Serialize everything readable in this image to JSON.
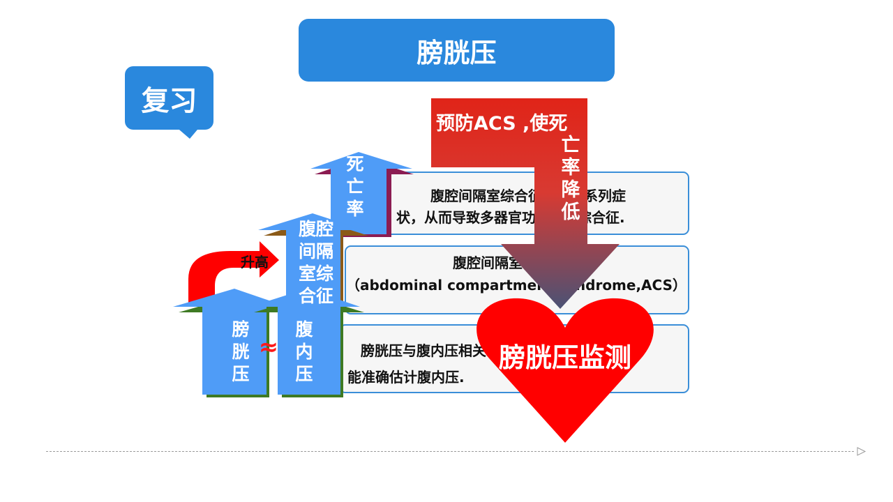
{
  "title": "膀胱压",
  "review_label": "复习",
  "boxes": {
    "box1_line1": "腹腔间隔室综合征引发一系列症",
    "box1_line2": "状，从而导致多器官功能障碍综合征.",
    "box2_line1": "腹腔间隔室综合征",
    "box2_line2": "（abdominal compartment syndrome,ACS）",
    "box3_line1": "膀胱压与腹内压相关性良好，",
    "box3_line2": "能准确估计腹内压."
  },
  "arrows": {
    "bladder_pressure": "膀\n胱\n压",
    "intra_abdominal_pressure": "腹\n内\n压",
    "approx_symbol": "≈",
    "acs": "腹腔\n间隔\n室综\n合征",
    "mortality": "死\n亡\n率",
    "rise_label": "升高",
    "prevent_top": "预防ACS ,使死",
    "prevent_vertical": "亡\n率\n降\n低"
  },
  "heart_label": "膀胱压监测",
  "colors": {
    "blue_box": "#2a88dd",
    "arrow_blue": "#4f9cf7",
    "red": "#ff0000",
    "box_border": "#3a8ed8"
  }
}
